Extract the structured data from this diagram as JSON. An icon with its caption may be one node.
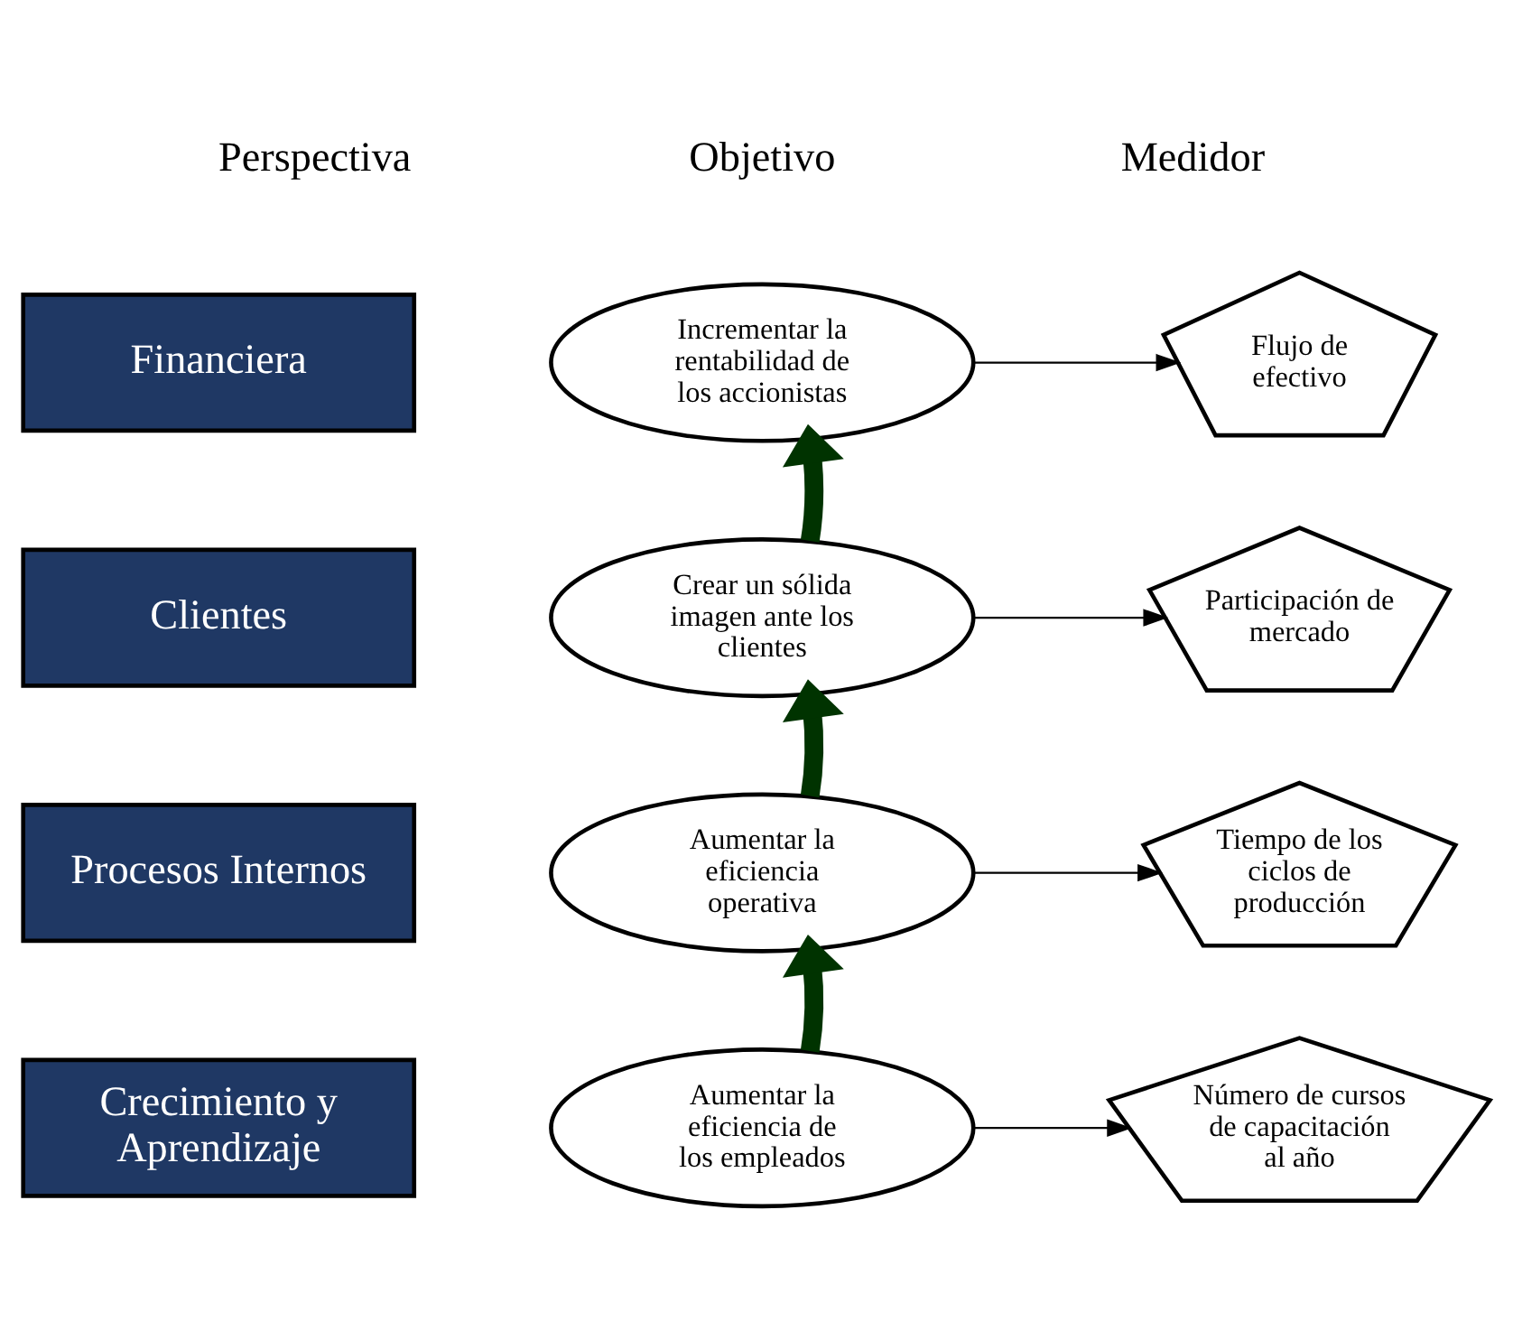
{
  "diagram": {
    "nodes": [
      {
        "text": [
          "Financiera"
        ]
      },
      {
        "text": [
          "Incrementar la rentabilidad de los accionistas"
        ]
      },
      {
        "text": [
          "Flujo de efectivo"
        ]
      },
      {
        "text": [
          "Clientes"
        ]
      },
      {
        "text": [
          "Crear un sólida imagen ante los clientes"
        ]
      },
      {
        "text": [
          "Participación de mercado"
        ]
      },
      {
        "text": [
          "Procesos Internos"
        ]
      },
      {
        "text": [
          "Aumentar la eficiencia operativa"
        ]
      },
      {
        "text": [
          "Tiempo de los ciclos de producción"
        ]
      },
      {
        "text": [
          "Crecimiento y Aprendizaje"
        ]
      },
      {
        "text": [
          "Aumentar la eficiencia de los empleados"
        ]
      },
      {
        "text": [
          "Número de cursos de capacitación al año"
        ]
      }
    ],
    "edges": [
      {
        "from": 1,
        "to": 2,
        "arrow": "to"
      },
      {
        "from": 4,
        "to": 1,
        "arrow": "to",
        "style": "thick",
        "color": "#003300"
      },
      {
        "from": 4,
        "to": 5,
        "arrow": "to"
      },
      {
        "from": 7,
        "to": 4,
        "arrow": "to",
        "style": "thick",
        "color": "#003300"
      },
      {
        "from": 7,
        "to": 8,
        "arrow": "to"
      },
      {
        "from": 10,
        "to": 7,
        "arrow": "to",
        "style": "thick",
        "color": "#003300"
      },
      {
        "from": 10,
        "to": 11,
        "arrow": "to"
      }
    ],
    "labels": [
      "Perspectiva",
      "Objetivo",
      "Medidor"
    ]
  }
}
